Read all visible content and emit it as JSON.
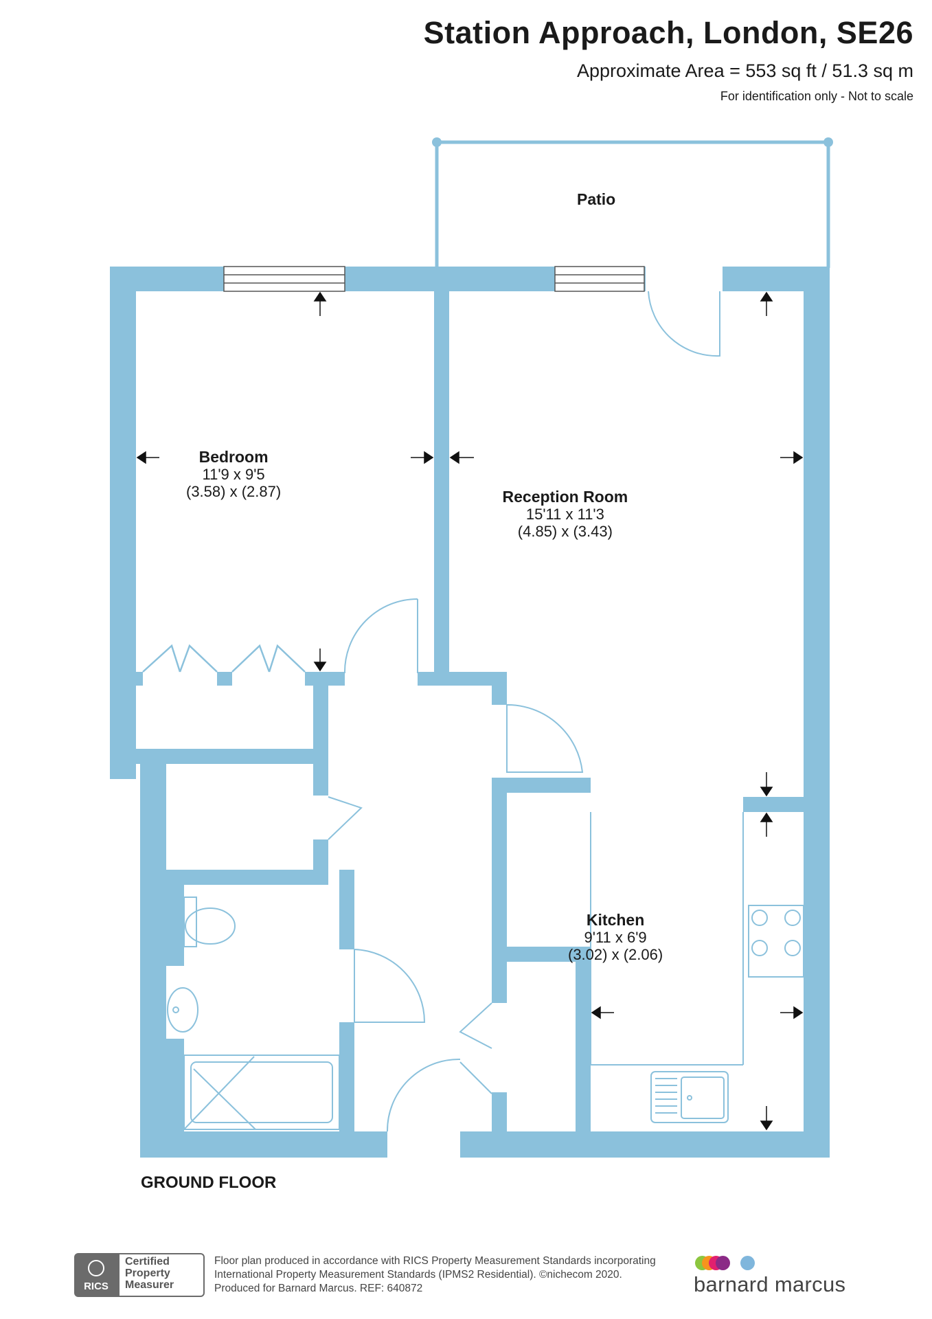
{
  "header": {
    "title": "Station Approach, London, SE26",
    "area": "Approximate Area = 553 sq ft / 51.3 sq m",
    "note": "For identification only - Not to scale"
  },
  "rooms": {
    "patio": {
      "name": "Patio"
    },
    "bedroom": {
      "name": "Bedroom",
      "imperial": "11'9 x 9'5",
      "metric": "(3.58) x (2.87)"
    },
    "reception": {
      "name": "Reception Room",
      "imperial": "15'11 x 11'3",
      "metric": "(4.85) x (3.43)"
    },
    "kitchen": {
      "name": "Kitchen",
      "imperial": "9'11 x 6'9",
      "metric": "(3.02) x (2.06)"
    }
  },
  "floor_label": "GROUND FLOOR",
  "footer": {
    "rics_label": "RICS",
    "certified_lines": [
      "Certified",
      "Property",
      "Measurer"
    ],
    "text_lines": [
      "Floor plan produced in accordance with RICS Property Measurement Standards incorporating",
      "International Property Measurement Standards (IPMS2 Residential).   ©nichecom 2020.",
      "Produced for Barnard Marcus.    REF:  640872"
    ],
    "brand": "barnard marcus",
    "brand_dot_colors": [
      "#8cc63f",
      "#f7941d",
      "#e2206e",
      "#8b2a86",
      "#7fb6dc"
    ]
  },
  "colors": {
    "wall": "#8bc1dc",
    "fixture": "#8bc1dc",
    "text": "#1a1a1a"
  }
}
